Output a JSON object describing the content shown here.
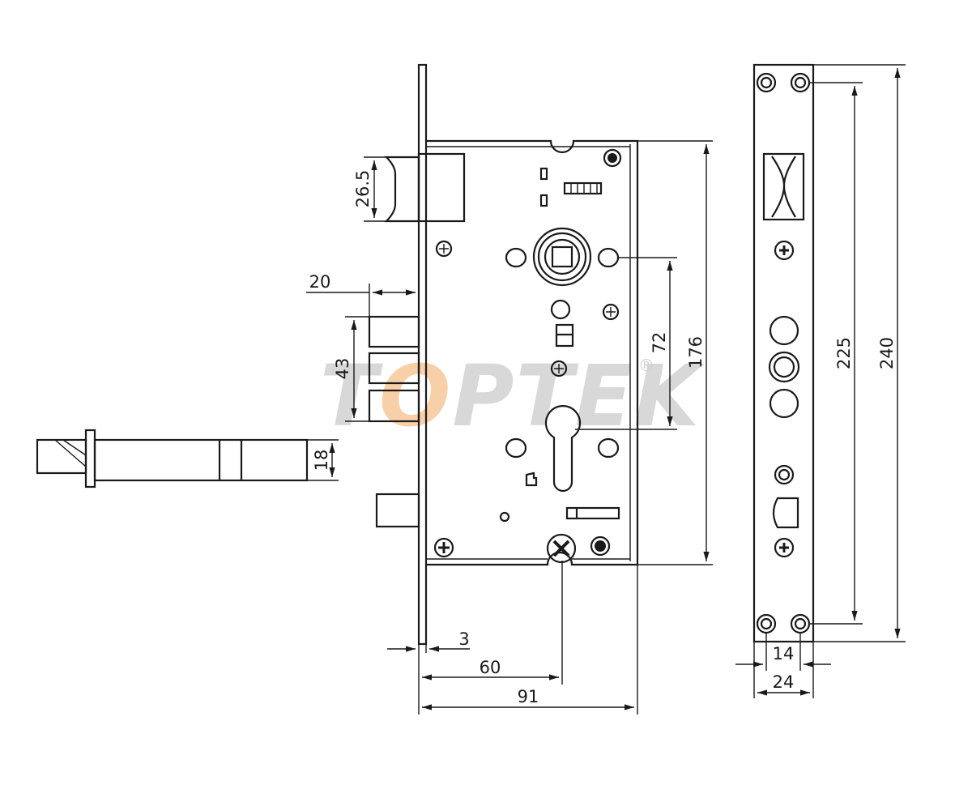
{
  "watermark": {
    "brand": "TOPTEK",
    "registered_mark": "®"
  },
  "dimensions": {
    "latch_height": "26.5",
    "bolt_projection": "20",
    "bolt_stack_height": "43",
    "key_bar_height": "18",
    "spindle_to_cylinder": "72",
    "case_height": "176",
    "faceplate_thickness": "3",
    "backset": "60",
    "case_depth": "91",
    "faceplate_hole_spacing": "225",
    "faceplate_length": "240",
    "faceplate_hole_offset": "14",
    "faceplate_width": "24"
  },
  "colors": {
    "line": "#1a1a1a",
    "watermark_gray": "#d8d8d8",
    "watermark_accent": "#f7cfa8"
  }
}
